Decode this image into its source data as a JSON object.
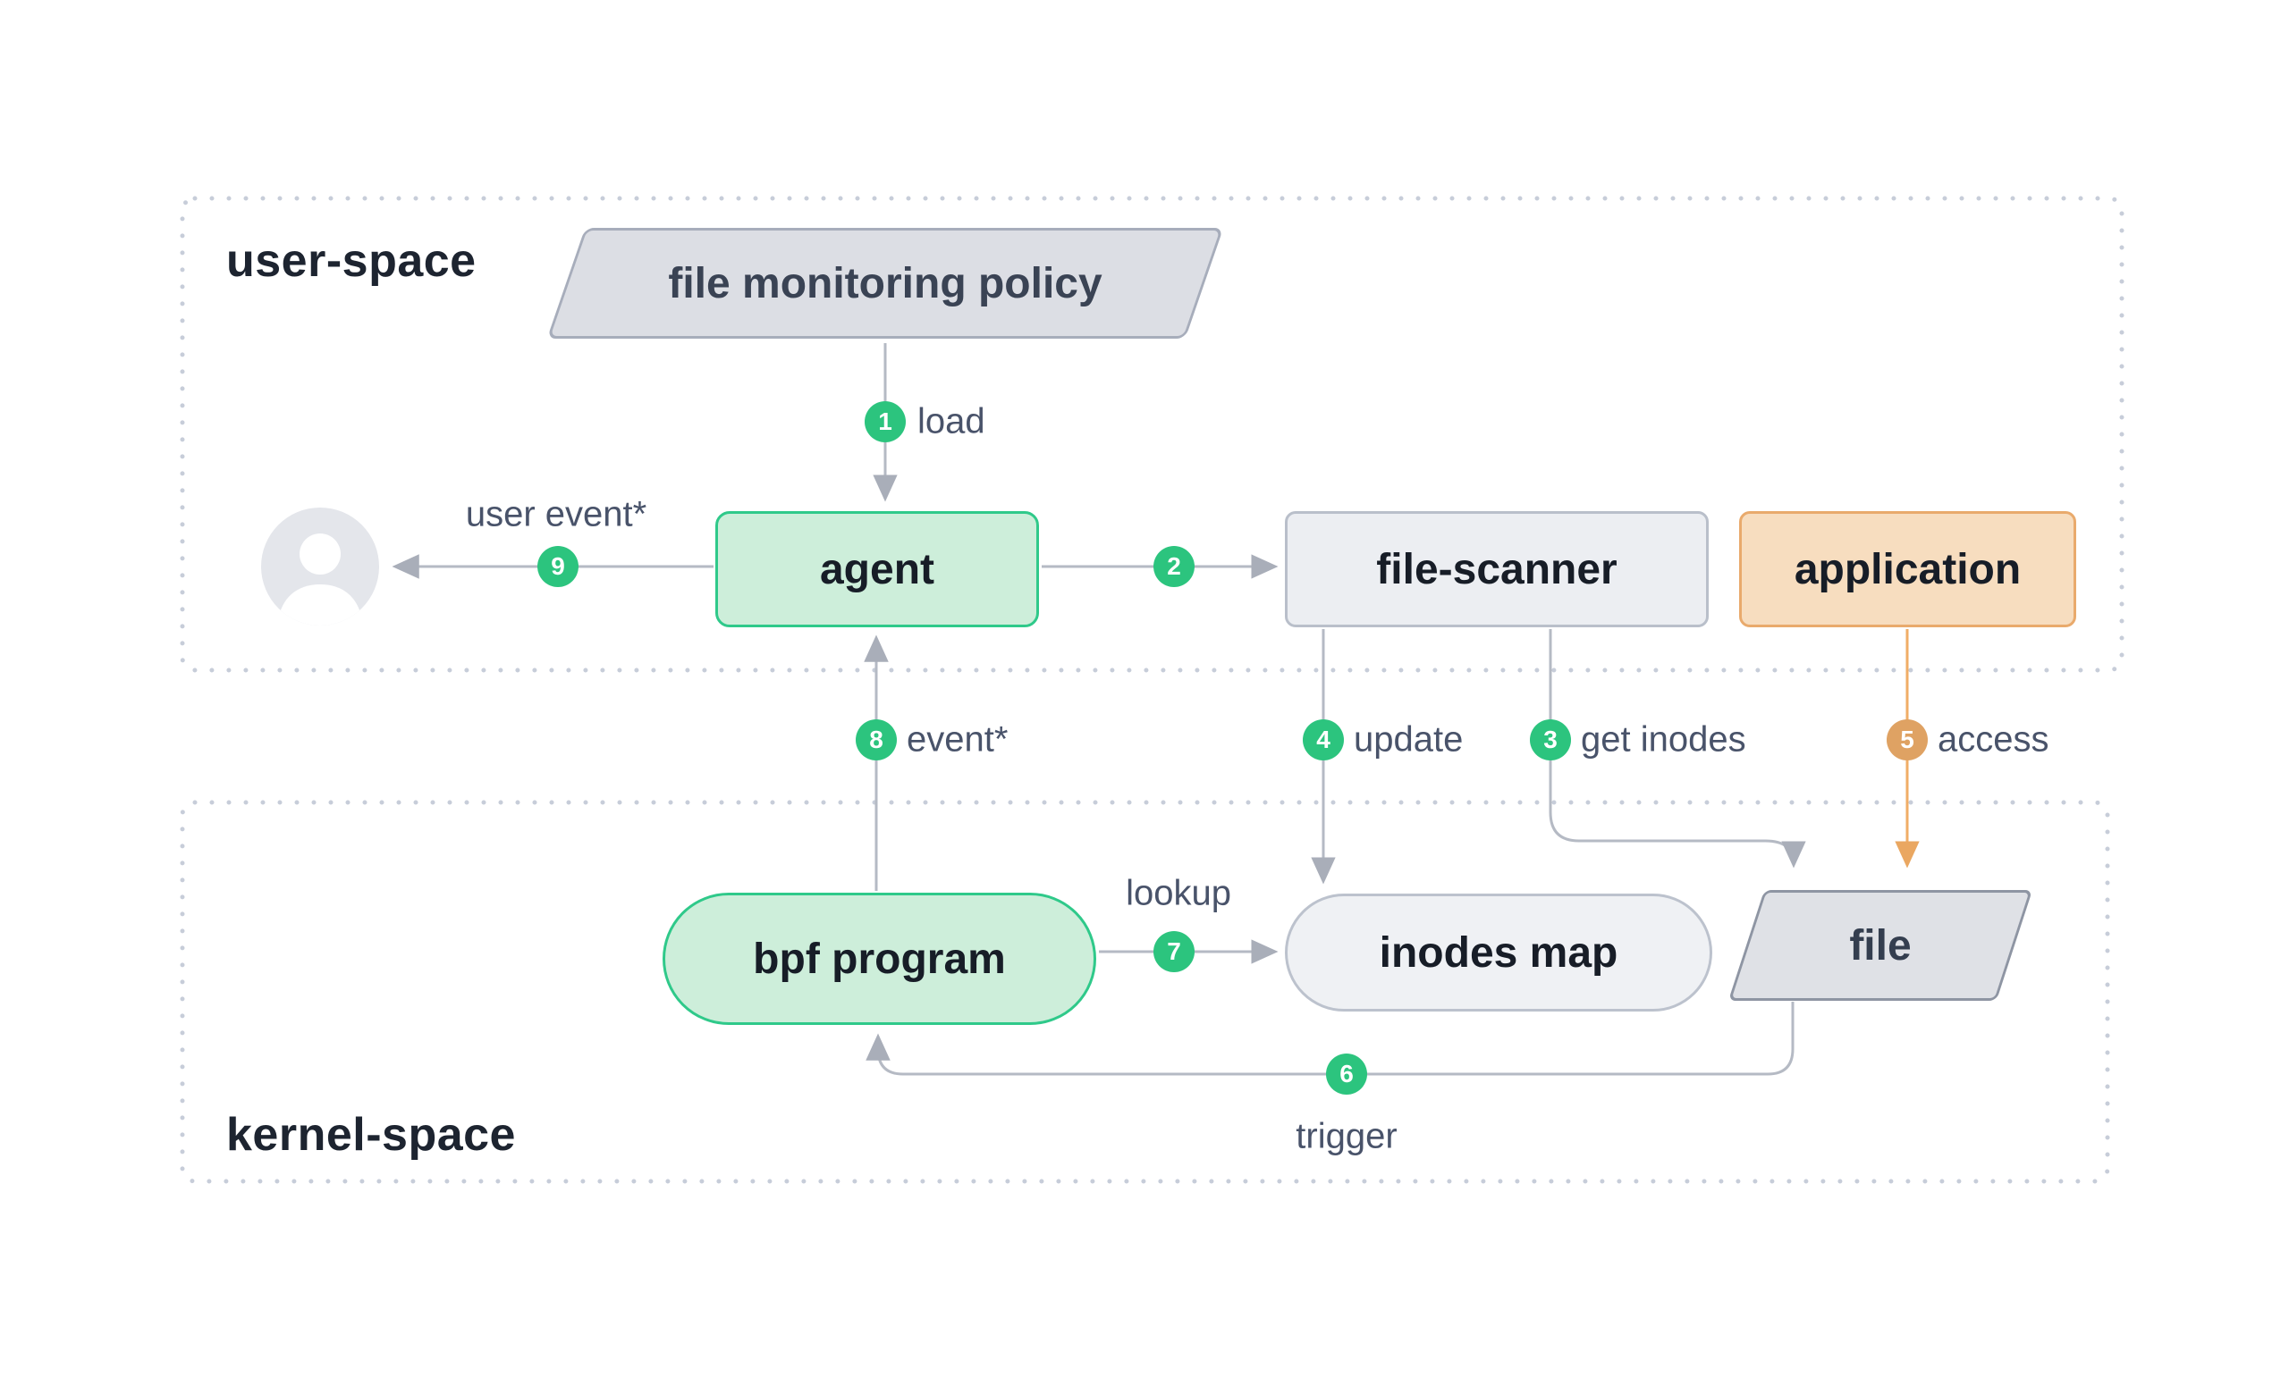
{
  "regions": {
    "user_space": {
      "label": "user-space"
    },
    "kernel_space": {
      "label": "kernel-space"
    }
  },
  "nodes": {
    "policy": {
      "label": "file monitoring policy",
      "shape": "parallelogram"
    },
    "agent": {
      "label": "agent",
      "shape": "rounded-rect"
    },
    "file_scanner": {
      "label": "file-scanner",
      "shape": "rounded-rect"
    },
    "application": {
      "label": "application",
      "shape": "rounded-rect"
    },
    "bpf_program": {
      "label": "bpf program",
      "shape": "stadium"
    },
    "inodes_map": {
      "label": "inodes map",
      "shape": "stadium"
    },
    "file": {
      "label": "file",
      "shape": "parallelogram"
    }
  },
  "icons": {
    "user": "user-avatar-icon"
  },
  "edges": [
    {
      "num": "1",
      "label": "load",
      "from": "file monitoring policy",
      "to": "agent",
      "color": "gray-line-green-badge"
    },
    {
      "num": "2",
      "label": "",
      "from": "agent",
      "to": "file-scanner",
      "color": "gray-line-green-badge"
    },
    {
      "num": "3",
      "label": "get inodes",
      "from": "file-scanner",
      "to": "file",
      "color": "gray-line-green-badge"
    },
    {
      "num": "4",
      "label": "update",
      "from": "file-scanner",
      "to": "inodes map",
      "color": "gray-line-green-badge"
    },
    {
      "num": "5",
      "label": "access",
      "from": "application",
      "to": "file",
      "color": "orange-line-orange-badge"
    },
    {
      "num": "6",
      "label": "trigger",
      "from": "file",
      "to": "bpf program",
      "color": "gray-line-green-badge"
    },
    {
      "num": "7",
      "label": "lookup",
      "from": "bpf program",
      "to": "inodes map",
      "color": "gray-line-green-badge"
    },
    {
      "num": "8",
      "label": "event*",
      "from": "bpf program",
      "to": "agent",
      "color": "gray-line-green-badge"
    },
    {
      "num": "9",
      "label": "user event*",
      "from": "agent",
      "to": "user",
      "color": "gray-line-green-badge"
    }
  ],
  "colors": {
    "badge_green": "#2cc47e",
    "badge_orange": "#dfa263",
    "line_gray": "#b5bac4",
    "line_orange": "#f0ad66",
    "arrowhead_gray": "#a9aeb9",
    "arrowhead_orange": "#eaa761",
    "region_dotted": "#c7cdd9",
    "node_green_fill": "#cdeeda",
    "node_green_border": "#2fc98a",
    "node_gray_fill": "#eceef2",
    "node_gray_border": "#b9bfca",
    "node_orange_fill": "#f7ddbf",
    "node_orange_border": "#e9aa6c",
    "policy_fill": "#dcdee4",
    "policy_border": "#a7adbb",
    "file_fill": "#dfe1e6",
    "file_border": "#8e95a3",
    "avatar_fill": "#e4e6eb",
    "node_text": "#171d27",
    "region_text": "#1d2430",
    "edge_label_text": "#49536a"
  }
}
